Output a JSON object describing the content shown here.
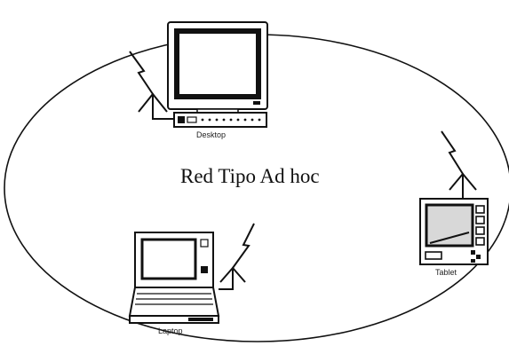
{
  "diagram": {
    "title": "Red Tipo Ad hoc",
    "devices": [
      {
        "name": "Desktop",
        "icon": "desktop-computer-icon"
      },
      {
        "name": "Tablet",
        "icon": "tablet-icon"
      },
      {
        "name": "Laptop",
        "icon": "laptop-icon"
      }
    ],
    "link_icon": "wireless-signal-icon",
    "colors": {
      "line": "#111111",
      "screen_fill": "#d8d8d8",
      "background": "#ffffff"
    }
  }
}
